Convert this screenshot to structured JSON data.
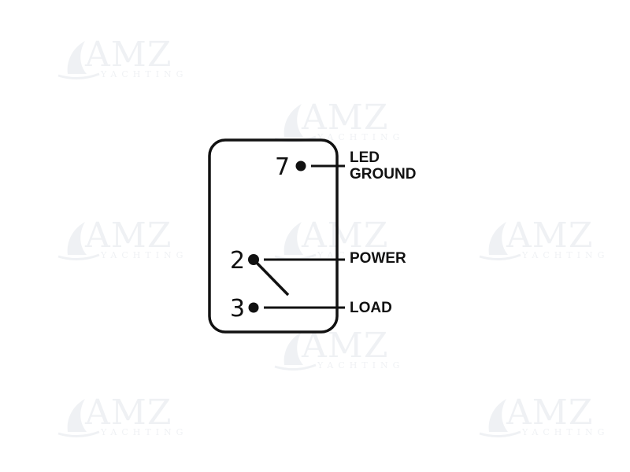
{
  "watermark": {
    "brand": "AMZ",
    "tagline": "YACHTING"
  },
  "diagram": {
    "pins": [
      {
        "number": "7",
        "label_lines": [
          "LED",
          "GROUND"
        ]
      },
      {
        "number": "2",
        "label_lines": [
          "POWER"
        ]
      },
      {
        "number": "3",
        "label_lines": [
          "LOAD"
        ]
      }
    ],
    "switch": {
      "connects": [
        "2",
        "3"
      ],
      "state": "open"
    }
  },
  "colors": {
    "ink": "#111111",
    "watermark": "#5a6f8a"
  }
}
